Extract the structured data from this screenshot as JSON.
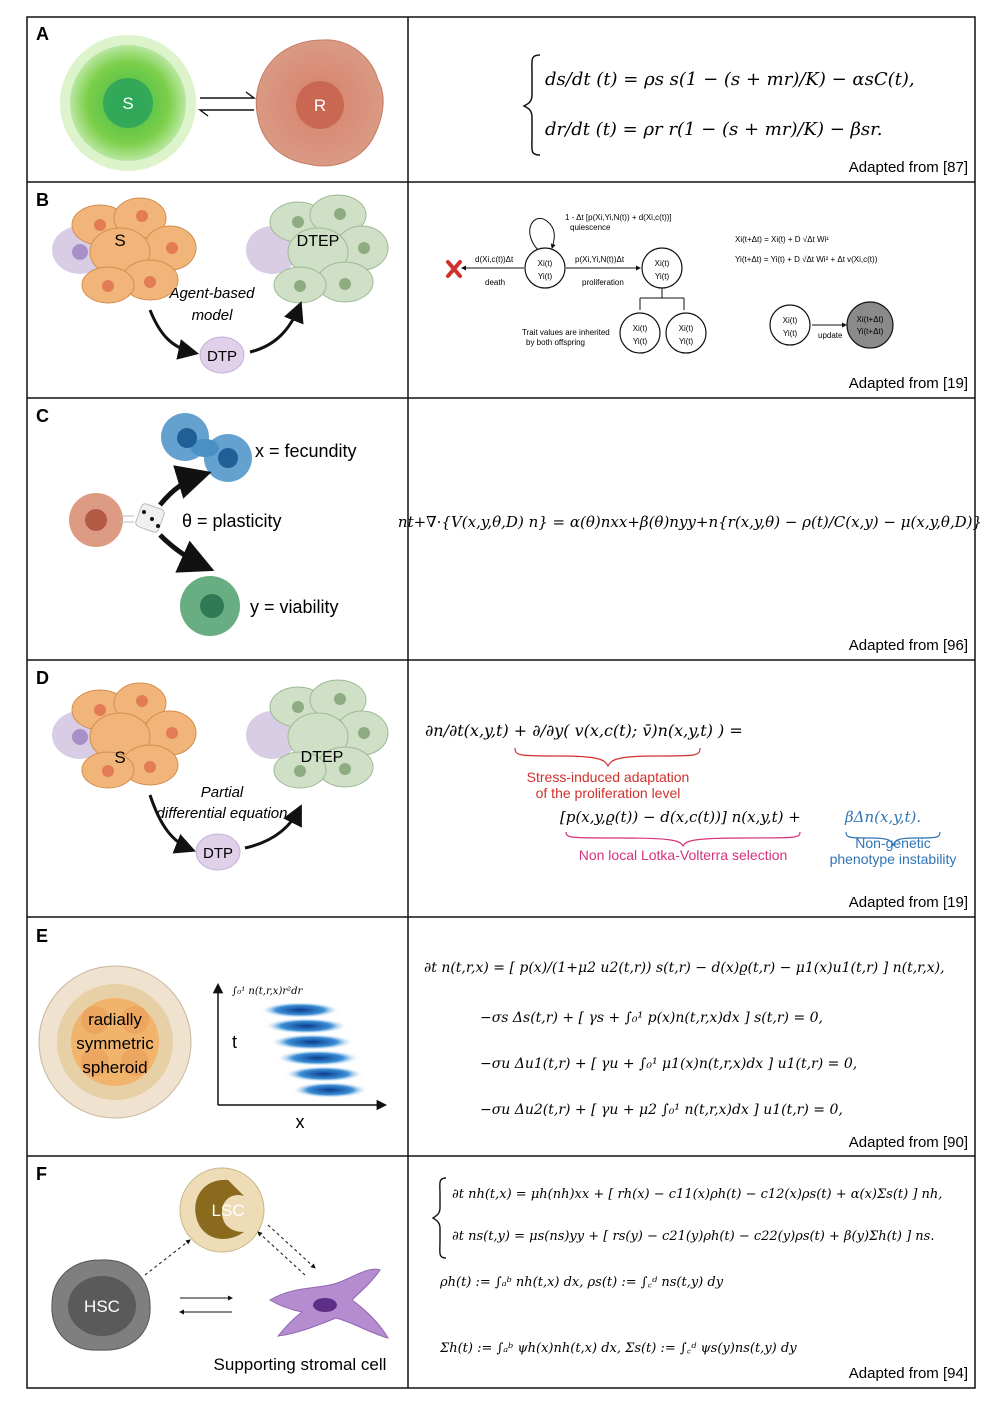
{
  "panels": {
    "A": {
      "letter": "A",
      "cells": {
        "s": "S",
        "r": "R"
      },
      "equations": {
        "line1": "ds/dt (t) = ρs s(1 − (s + mr)/K) − αsC(t),",
        "line2": "dr/dt (t) = ρr r(1 − (s + mr)/K) − βsr."
      },
      "source": "Adapted from [87]"
    },
    "B": {
      "letter": "B",
      "cells": {
        "s": "S",
        "dtep": "DTEP",
        "dtp": "DTP"
      },
      "model_label": "Agent-based model",
      "diagram": {
        "quiescence_rate": "1 - Δt [p(Xi,Yi,N(t)) + d(Xi,c(t))]",
        "quiescence": "quiescence",
        "death_rate": "d(Xi,c(t))Δt",
        "death": "death",
        "proliferation_rate": "p(Xi,Yi,N(t))Δt",
        "proliferation": "proliferation",
        "node_x": "Xi(t)",
        "node_y": "Yi(t)",
        "node_x_next": "Xi(t+Δt)",
        "node_y_next": "Yi(t+Δt)",
        "inherit_note_1": "Trait values are inherited",
        "inherit_note_2": "by both offspring",
        "update": "update",
        "update_eq_1": "Xi(t+Δt) = Xi(t) + D √Δt Wi¹",
        "update_eq_2": "Yi(t+Δt) = Yi(t) + D √Δt Wi² + Δt v(Xi,c(t))"
      },
      "source": "Adapted from [19]"
    },
    "C": {
      "letter": "C",
      "labels": {
        "x": "x = fecundity",
        "theta": "θ = plasticity",
        "y": "y = viability"
      },
      "equation": "nt+∇·{V(x,y,θ,D) n} = α(θ)nxx+β(θ)nyy+n{r(x,y,θ) − ρ(t)/C(x,y) − μ(x,y,θ,D)}",
      "source": "Adapted from [96]"
    },
    "D": {
      "letter": "D",
      "cells": {
        "s": "S",
        "dtep": "DTEP",
        "dtp": "DTP"
      },
      "model_label": "Partial differential equation",
      "equation_top": "∂n/∂t(x,y,t) + ∂/∂y( v(x,c(t); v̄)n(x,y,t) ) =",
      "stress_label_1": "Stress-induced adaptation",
      "stress_label_2": "of the proliferation level",
      "equation_mid": "[p(x,y,ϱ(t)) − d(x,c(t))] n(x,y,t) +",
      "lotka_label": "Non local Lotka-Volterra selection",
      "equation_right": "βΔn(x,y,t).",
      "instab_label_1": "Non-genetic",
      "instab_label_2": "phenotype instability",
      "source": "Adapted from [19]"
    },
    "E": {
      "letter": "E",
      "spheroid_label": [
        "radially",
        "symmetric",
        "spheroid"
      ],
      "plot": {
        "ylabel": "t",
        "xlabel": "x",
        "integral": "∫₀¹ n(t,r,x)r²dr"
      },
      "equations": {
        "line1": "∂t n(t,r,x) = [ p(x)/(1+μ2 u2(t,r)) s(t,r) − d(x)ϱ(t,r) − μ1(x)u1(t,r) ] n(t,r,x),",
        "line2": "−σs Δs(t,r) + [ γs + ∫₀¹ p(x)n(t,r,x)dx ] s(t,r) = 0,",
        "line3": "−σu Δu1(t,r) + [ γu + ∫₀¹ μ1(x)n(t,r,x)dx ] u1(t,r) = 0,",
        "line4": "−σu Δu2(t,r) + [ γu + μ2 ∫₀¹ n(t,r,x)dx ] u1(t,r) = 0,"
      },
      "source": "Adapted from [90]"
    },
    "F": {
      "letter": "F",
      "cells": {
        "lsc": "LSC",
        "hsc": "HSC",
        "stromal": "Supporting stromal cell"
      },
      "equations": {
        "line1": "∂t nh(t,x) = μh(nh)xx + [ rh(x) − c11(x)ρh(t) − c12(x)ρs(t) + α(x)Σs(t) ] nh,",
        "line2": "∂t ns(t,y) = μs(ns)yy + [ rs(y) − c21(y)ρh(t) − c22(y)ρs(t) + β(y)Σh(t) ] ns.",
        "line3": "ρh(t) := ∫ₐᵇ nh(t,x) dx,  ρs(t) := ∫꜀ᵈ ns(t,y) dy",
        "line4": "Σh(t) := ∫ₐᵇ ψh(x)nh(t,x) dx,  Σs(t) := ∫꜀ᵈ ψs(y)ns(t,y) dy"
      },
      "source": "Adapted from [94]"
    }
  }
}
